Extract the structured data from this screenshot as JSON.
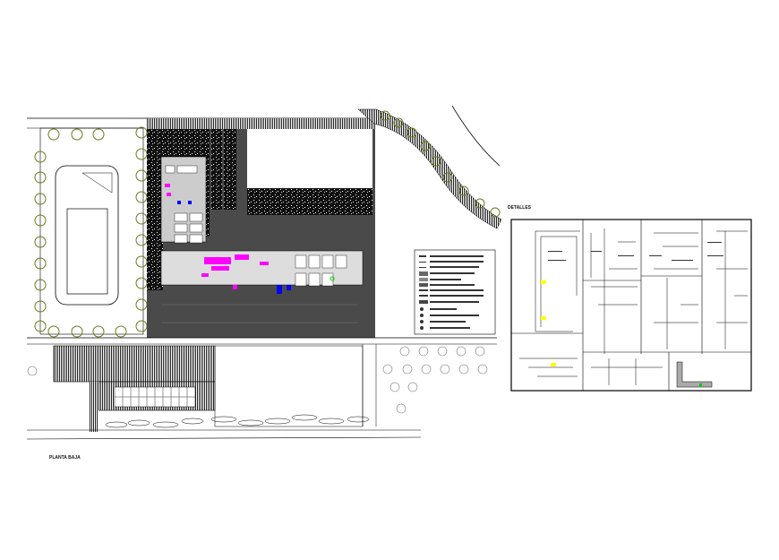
{
  "drawing": {
    "site_plan_title": "PLANTA BAJA",
    "details_title": "DETALLES",
    "colors": {
      "background": "#ffffff",
      "linework": "#000000",
      "hatch_dark": "#3a3a3a",
      "trees": "#6b7a1e",
      "furniture_magenta": "#ff00ff",
      "fixtures_blue": "#0000ff",
      "accent_yellow": "#ffff00",
      "accent_green": "#00cc00"
    },
    "legend": {
      "rows": 13
    },
    "details_panels": 9
  }
}
